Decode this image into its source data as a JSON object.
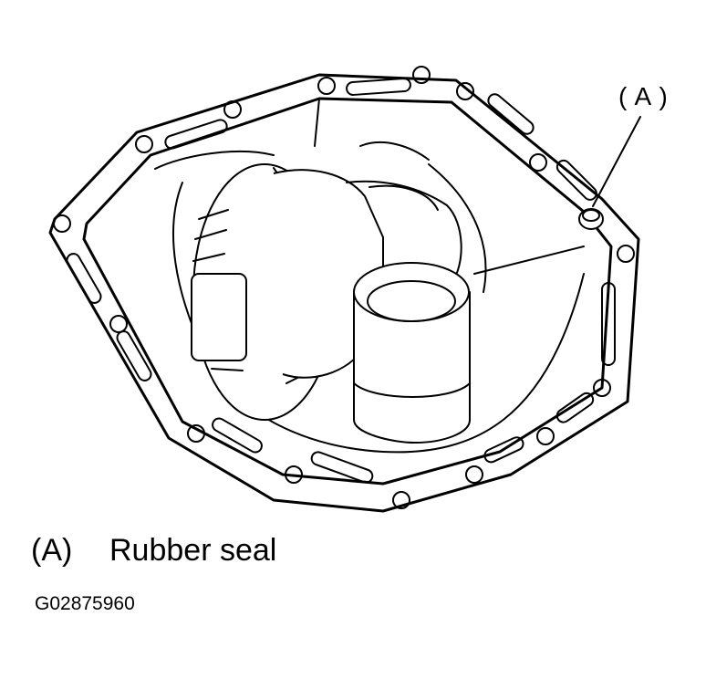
{
  "callout": {
    "label": "( A )"
  },
  "legend": {
    "key": "(A)",
    "text": "Rubber seal"
  },
  "figure_id": "G02875960"
}
